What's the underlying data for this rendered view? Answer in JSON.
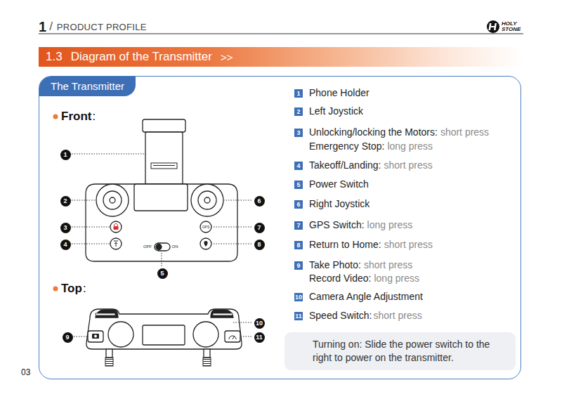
{
  "diagram": {
    "nodes": [
      {
        "text": [
          "1.3",
          "Diagram of the Transmitter",
          ">>"
        ]
      },
      {
        "text": [
          "The Transmitter"
        ]
      },
      {
        "text": [
          "Turning on: Slide the power switch to the right to power on the transmitter."
        ],
        "in": 1
      },
      {
        "text": [
          "1"
        ],
        "in": 1
      },
      {
        "text": [
          "2"
        ],
        "in": 1
      },
      {
        "text": [
          "3"
        ],
        "in": 1
      },
      {
        "text": [
          "4"
        ],
        "in": 1
      },
      {
        "text": [
          "5"
        ],
        "in": 1
      },
      {
        "text": [
          "6"
        ],
        "in": 1
      },
      {
        "text": [
          "7"
        ],
        "in": 1
      },
      {
        "text": [
          "8"
        ],
        "in": 1
      },
      {
        "text": [
          "9"
        ],
        "in": 1
      },
      {
        "text": [
          "10"
        ],
        "in": 1
      },
      {
        "text": [
          "11"
        ],
        "in": 1
      },
      {
        "text": [
          "1"
        ],
        "in": 1
      },
      {
        "text": [
          "2"
        ],
        "in": 1
      },
      {
        "text": [
          "3"
        ],
        "in": 1
      },
      {
        "text": [
          "4"
        ],
        "in": 1
      },
      {
        "text": [
          "5"
        ],
        "in": 1
      },
      {
        "text": [
          "6"
        ],
        "in": 1
      },
      {
        "text": [
          "7"
        ],
        "in": 1
      },
      {
        "text": [
          "8"
        ],
        "in": 1
      },
      {
        "text": [
          "9"
        ],
        "in": 1
      },
      {
        "text": [
          "10"
        ],
        "in": 1
      },
      {
        "text": [
          "11"
        ],
        "in": 1
      }
    ],
    "labels": [
      "1",
      "/",
      "PRODUCT PROFILE",
      "HOLY",
      "STONE",
      "Front",
      ":",
      "Top",
      ":",
      "OFF",
      "ON",
      "GPS",
      "Phone Holder",
      "Left Joystick",
      "Unlocking/locking the Motors:",
      "short press",
      "Emergency Stop:",
      "long press",
      "Takeoff/Landing:",
      "short press",
      "Power Switch",
      "Right Joystick",
      "GPS Switch:",
      "long press",
      "Return to Home:",
      "short press",
      "Take Photo:",
      "short press",
      "Record Video:",
      "long press",
      "Camera Angle Adjustment",
      "Speed Switch:",
      "short press",
      "03"
    ]
  }
}
